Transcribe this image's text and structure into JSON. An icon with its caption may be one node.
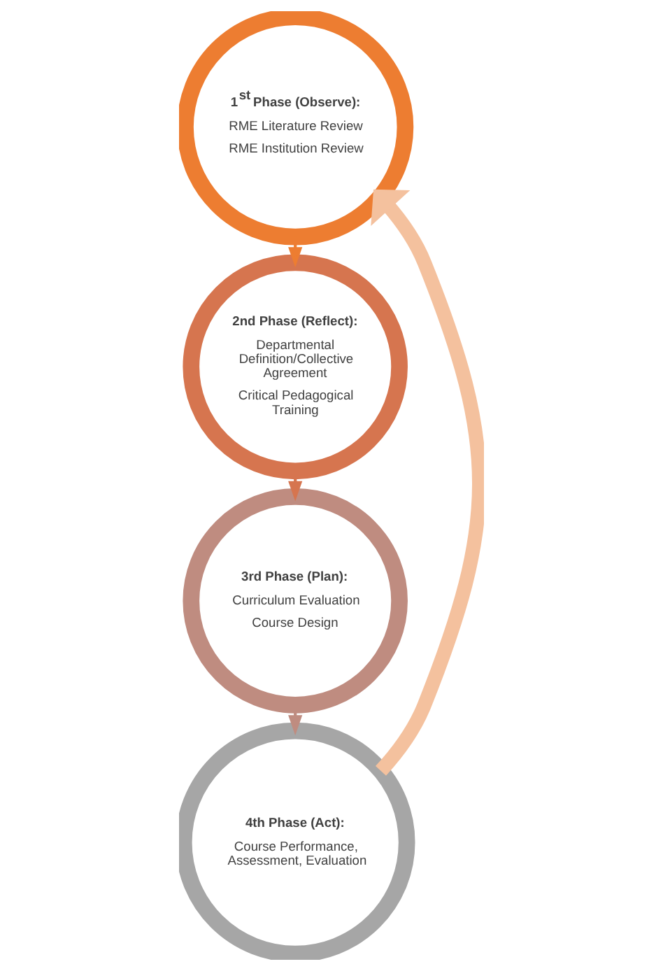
{
  "diagram": {
    "nodes": [
      {
        "text": [
          "1$^{st}$ Phase (Observe):",
          "RME Literature Review",
          "RME Institution Review"
        ]
      },
      {
        "text": [
          "2nd Phase (Reflect):",
          "Departmental Definition/Collective Agreement",
          "Critical Pedagogical Training"
        ]
      },
      {
        "text": [
          "3rd Phase (Plan):",
          "Curriculum Evaluation",
          "Course Design"
        ]
      },
      {
        "text": [
          "4th Phase (Act):",
          "Course Performance, Assessment, Evaluation"
        ]
      }
    ],
    "edges": [
      {
        "from": 0,
        "to": 1,
        "arrow": "to",
        "color": "#ed7d31"
      },
      {
        "from": 1,
        "to": 2,
        "arrow": "to",
        "color": "#d6754f"
      },
      {
        "from": 2,
        "to": 3,
        "arrow": "to",
        "color": "#bf8c80"
      },
      {
        "from": 3,
        "to": 0,
        "arrow": "to",
        "style": "thick",
        "color": "#f4c19e"
      }
    ]
  }
}
